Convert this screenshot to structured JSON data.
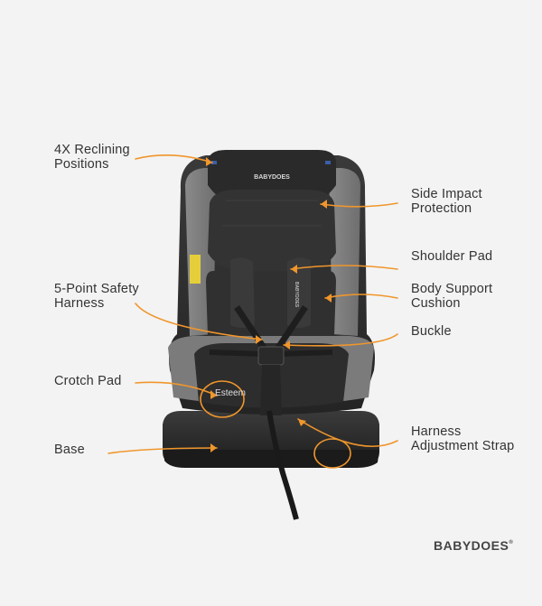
{
  "labels": {
    "reclining": "4X Reclining\nPositions",
    "side_impact": "Side Impact\nProtection",
    "shoulder_pad": "Shoulder Pad",
    "harness": "5-Point Safety\nHarness",
    "body_support": "Body Support\nCushion",
    "buckle": "Buckle",
    "crotch_pad": "Crotch Pad",
    "harness_strap": "Harness\nAdjustment Strap",
    "base": "Base"
  },
  "seat_text": {
    "headrest_brand": "BABYDOES",
    "cushion_name": "Esteem",
    "side_shoulder": "BABYDOES"
  },
  "brand": {
    "name": "BABYDOES",
    "mark": "®"
  },
  "colors": {
    "background": "#f3f3f3",
    "arrow": "#f0962c",
    "seat_dark": "#2e2e2e",
    "seat_grey": "#7a7a7a",
    "text": "#333333"
  }
}
